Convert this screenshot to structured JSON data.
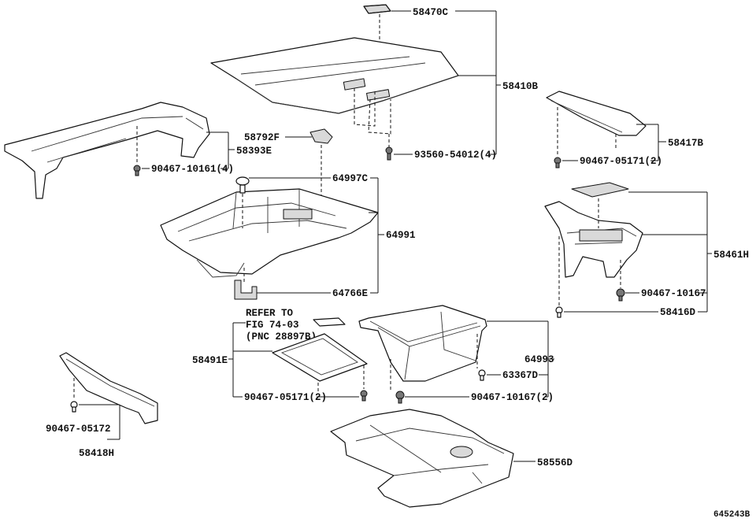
{
  "callouts": {
    "c58470C": "58470C",
    "c58410B": "58410B",
    "c58417B": "58417B",
    "c90467_05171_4": "90467-05171(2)",
    "c58792F": "58792F",
    "c58393E": "58393E",
    "c90467_10161": "90467-10161(4)",
    "c93560": "93560-54012(4)",
    "c64997C": "64997C",
    "c64991": "64991",
    "c64766E": "64766E",
    "c58461H": "58461H",
    "c90467_10167_a": "90467-10167",
    "c58416D": "58416D",
    "c58491E": "58491E",
    "c90467_05171_b": "90467-05171(2)",
    "c64993": "64993",
    "c63367D": "63367D",
    "c90467_10167_b": "90467-10167(2)",
    "c90467_05172": "90467-05172",
    "c58418H": "58418H",
    "c58556D": "58556D"
  },
  "refer_note": {
    "line1": "REFER TO",
    "line2": "FIG 74-03",
    "line3": "(PNC 28897B)"
  },
  "figure_id": "645243B"
}
